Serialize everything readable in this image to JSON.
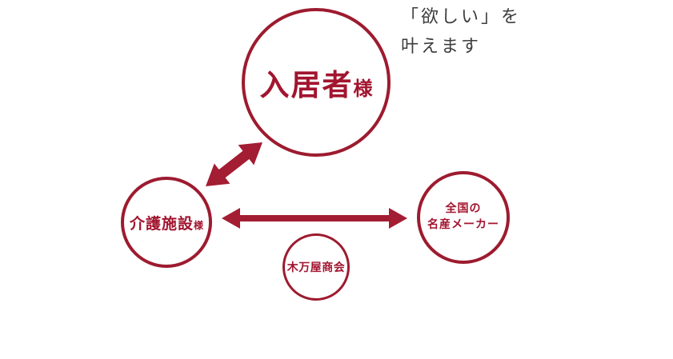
{
  "colors": {
    "line_red": "#9d1b2f",
    "text_red": "#a2152f",
    "arrow_red": "#a31d33",
    "tagline_ink": "#3d3d3d",
    "background": "#ffffff"
  },
  "tagline": {
    "line1": "「欲しい」を",
    "line2": "叶えます"
  },
  "circles": {
    "resident": {
      "main": "入居者",
      "suffix": "様"
    },
    "facility": {
      "main": "介護施設",
      "suffix": "様"
    },
    "maker": {
      "line1": "全国の",
      "line2": "名産メーカー"
    },
    "company": {
      "label": "木万屋商会"
    }
  }
}
